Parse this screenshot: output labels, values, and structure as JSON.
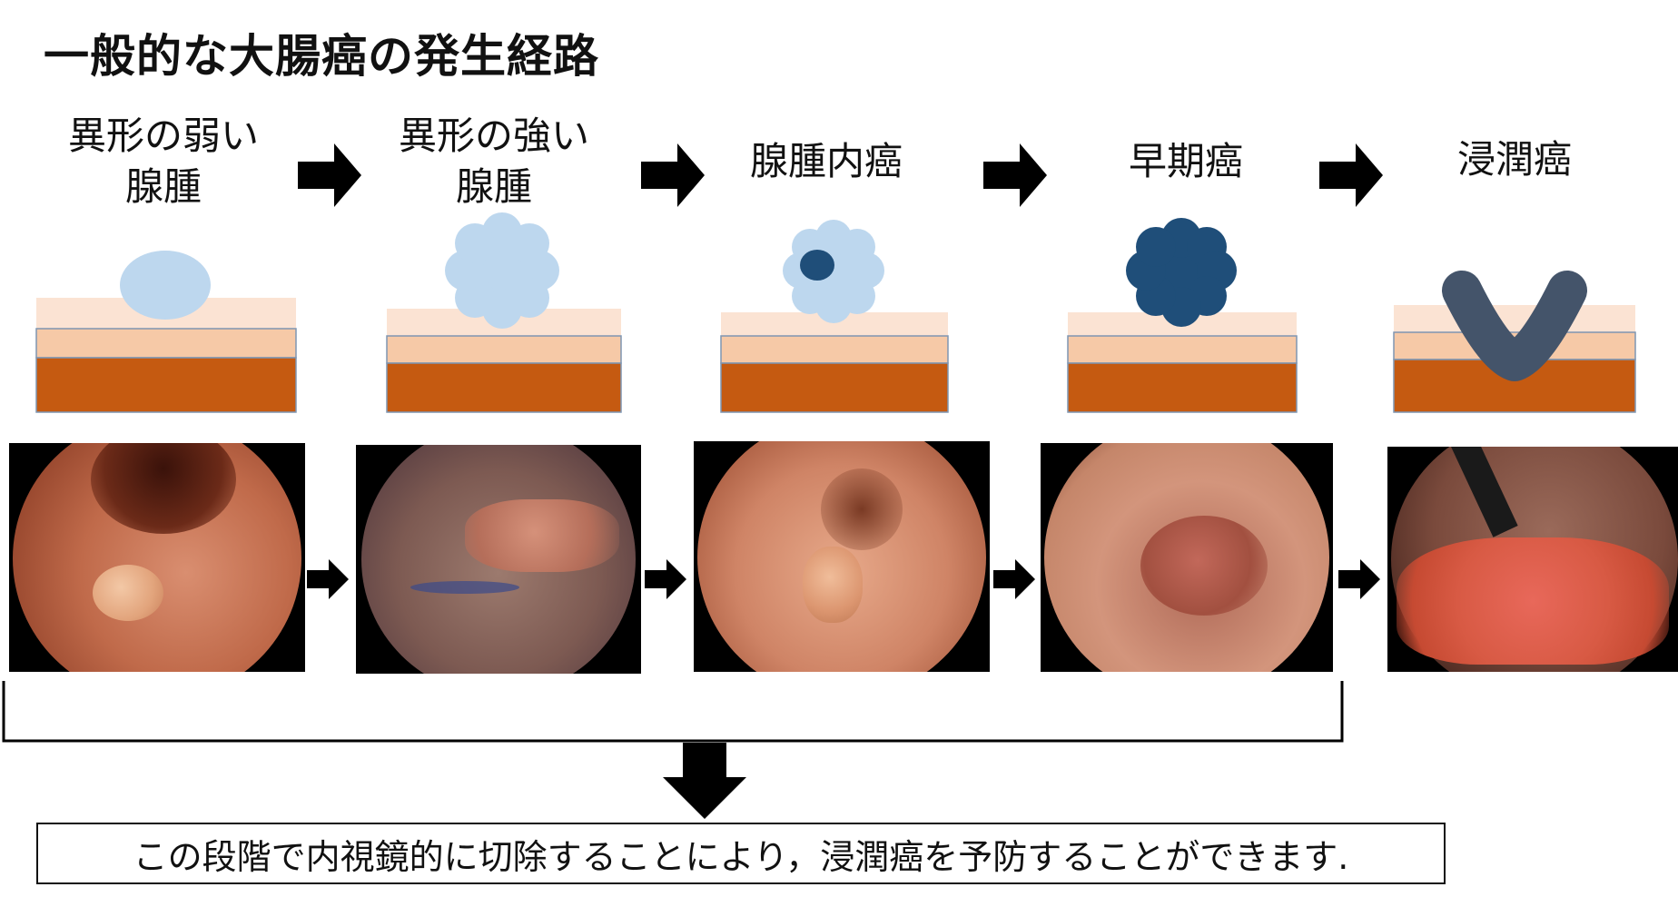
{
  "title": "一般的な大腸癌の発生経路",
  "stages": [
    {
      "line1": "異形の弱い",
      "line2": "腺腫"
    },
    {
      "line1": "異形の強い",
      "line2": "腺腫"
    },
    {
      "line1": "腺腫内癌",
      "line2": ""
    },
    {
      "line1": "早期癌",
      "line2": ""
    },
    {
      "line1": "浸潤癌",
      "line2": ""
    }
  ],
  "message": "この段階で内視鏡的に切除することにより，浸潤癌を予防することができます.",
  "colors": {
    "mucosa_top": "#fbe3d3",
    "mucosa_mid": "#f6c9a7",
    "submucosa": "#c55a11",
    "adenoma_light": "#bdd7ee",
    "cancer_dark": "#1f4e79",
    "invasive": "#44546a"
  },
  "icons": [
    "right-arrow-icon",
    "down-arrow-icon"
  ]
}
